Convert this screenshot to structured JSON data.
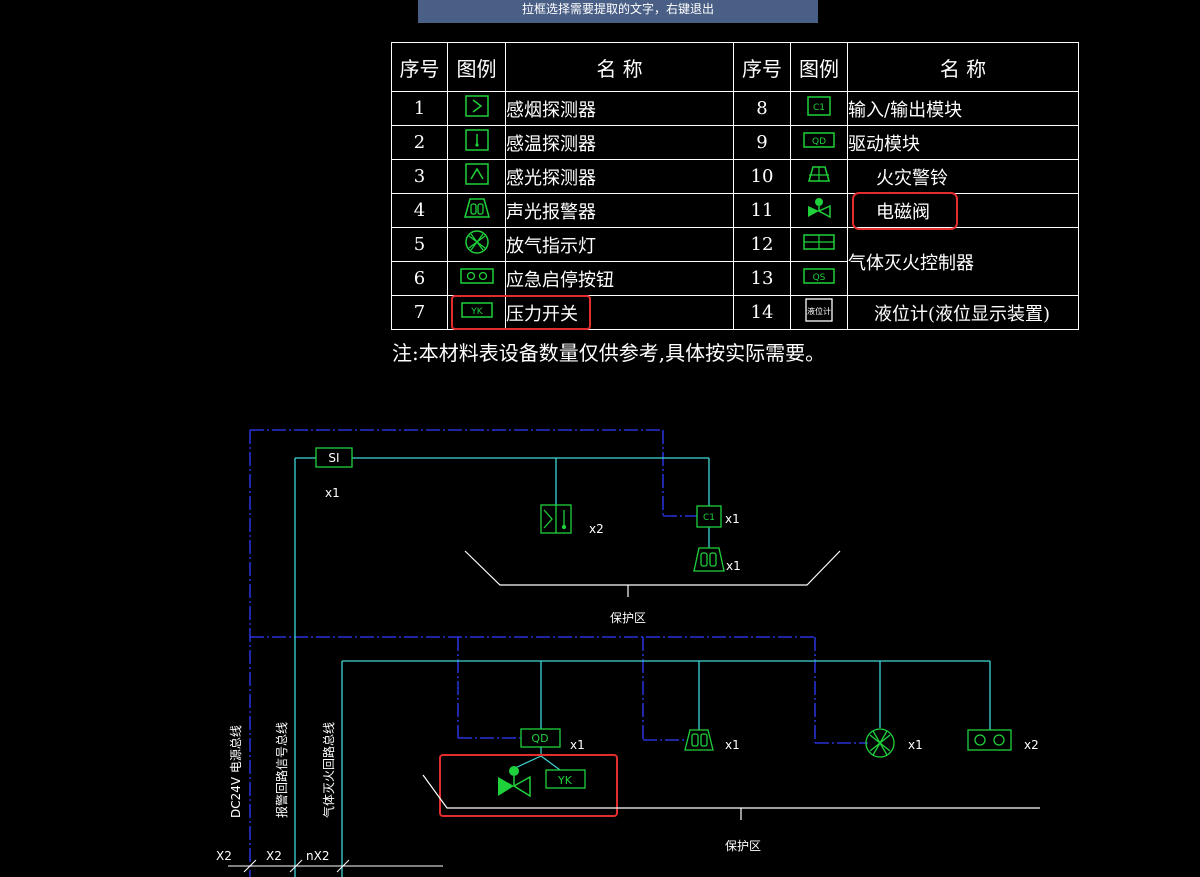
{
  "banner": "拉框选择需要提取的文字，右键退出",
  "legend": {
    "header": {
      "no": "序号",
      "sym": "图例",
      "name": "名    称"
    },
    "rows": [
      {
        "l_no": "1",
        "l_icon": "smoke-detector-icon",
        "l_name": "感烟探测器",
        "r_no": "8",
        "r_icon": "io-module-icon",
        "r_name": "输入/输出模块"
      },
      {
        "l_no": "2",
        "l_icon": "heat-detector-icon",
        "l_name": "感温探测器",
        "r_no": "9",
        "r_icon": "drive-module-icon",
        "r_name": "驱动模块"
      },
      {
        "l_no": "3",
        "l_icon": "flame-detector-icon",
        "l_name": "感光探测器",
        "r_no": "10",
        "r_icon": "fire-bell-icon",
        "r_name": "火灾警铃"
      },
      {
        "l_no": "4",
        "l_icon": "sound-light-alarm-icon",
        "l_name": "声光报警器",
        "r_no": "11",
        "r_icon": "solenoid-valve-icon",
        "r_name": "电磁阀"
      },
      {
        "l_no": "5",
        "l_icon": "release-indicator-icon",
        "l_name": "放气指示灯",
        "r_no": "12",
        "r_icon": "gas-controller-icon",
        "r_name": "气体灭火控制器"
      },
      {
        "l_no": "6",
        "l_icon": "emergency-button-icon",
        "l_name": "应急启停按钮",
        "r_no": "13",
        "r_icon": "qs-icon",
        "r_name": ""
      },
      {
        "l_no": "7",
        "l_icon": "pressure-switch-icon",
        "l_name": "压力开关",
        "r_no": "14",
        "r_icon": "level-gauge-icon",
        "r_name": "液位计(液位显示装置)"
      }
    ]
  },
  "symbols": {
    "io": "C1",
    "drive": "QD",
    "qs": "QS",
    "yk": "YK",
    "si": "SI",
    "level": "液位计"
  },
  "note": "注:本材料表设备数量仅供参考,具体按实际需要。",
  "diagram": {
    "si_label": "SI",
    "mult": {
      "x1": "x1",
      "x2": "x2"
    },
    "zone_label": "保护区",
    "bus_labels": [
      "DC24V 电源总线",
      "报警回路信号总线",
      "气体灭火回路总线"
    ],
    "bottom_labels": [
      "X2",
      "X2",
      "nX2"
    ]
  },
  "colors": {
    "cyan": "#3fd6d6",
    "blue": "#2f3cff",
    "green": "#1fd13a",
    "red": "#e32d2d",
    "white": "#ffffff"
  }
}
